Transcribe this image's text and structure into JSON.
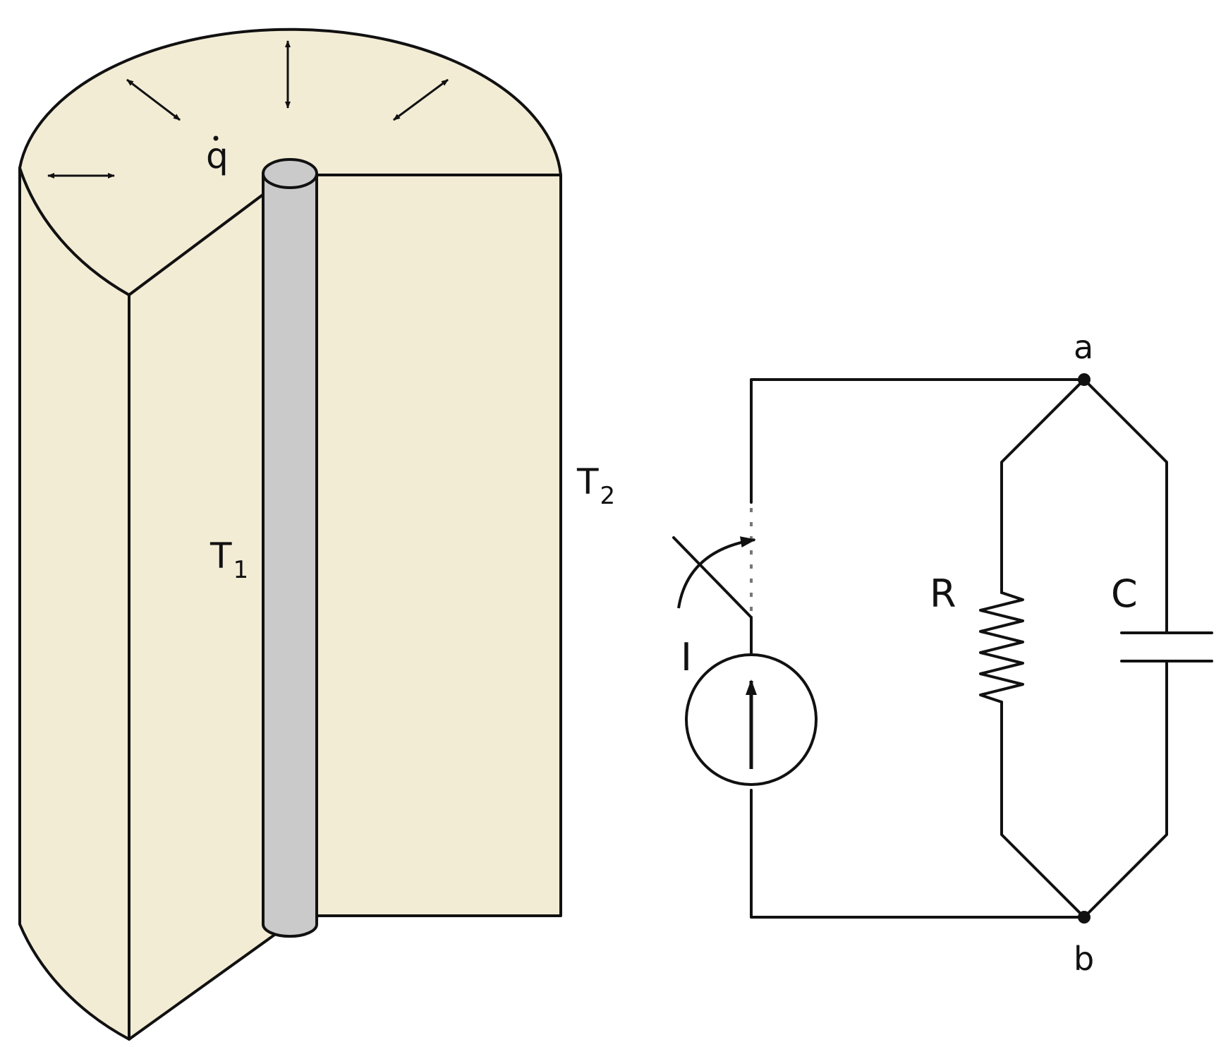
{
  "cylinder": {
    "heat_generation_label": "q",
    "inner_temperature": {
      "symbol": "T",
      "subscript": "1"
    },
    "outer_temperature": {
      "symbol": "T",
      "subscript": "2"
    },
    "fill_color": "#f3ecd5",
    "wire_color": "#cacaca"
  },
  "circuit": {
    "current_source_label": "I",
    "resistor_label": "R",
    "capacitor_label": "C",
    "node_top_label": "a",
    "node_bottom_label": "b"
  }
}
